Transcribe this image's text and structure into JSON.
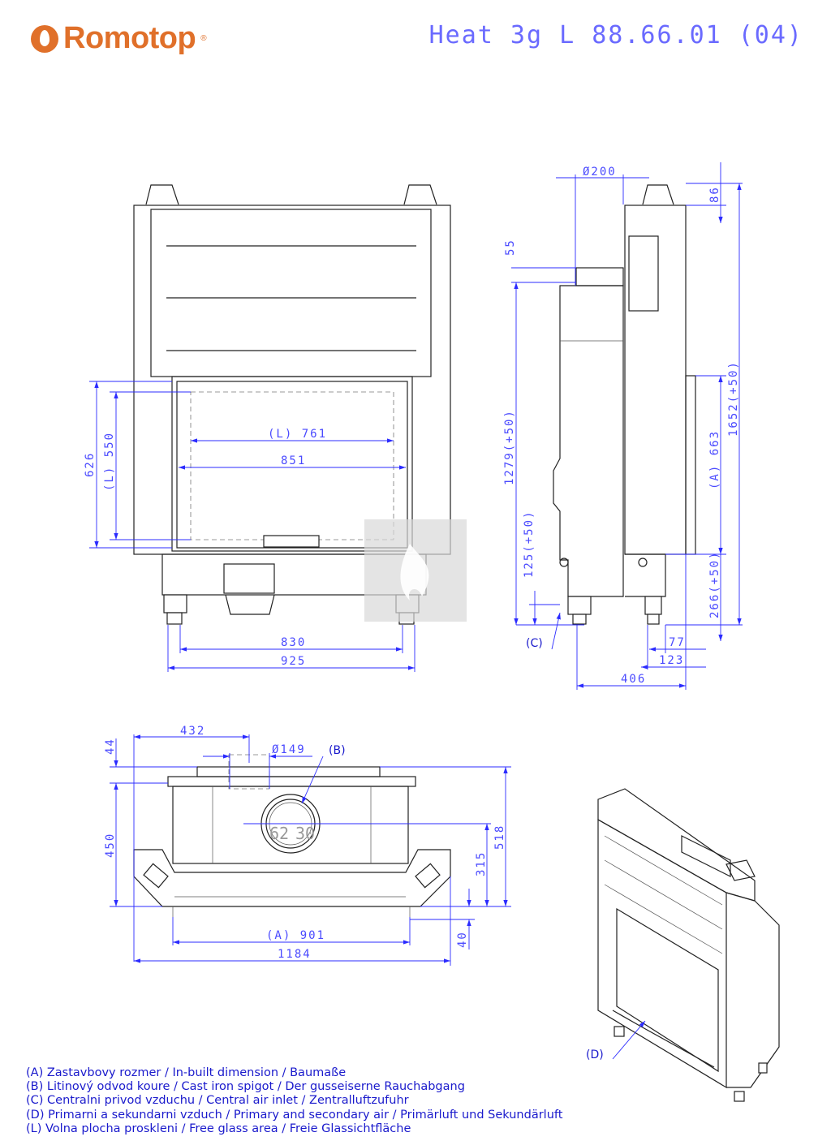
{
  "header": {
    "brand": "Romotop",
    "title": "Heat 3g L 88.66.01 (04)"
  },
  "front_view": {
    "glass_width": "(L) 761",
    "opening_width": "851",
    "opening_height": "626",
    "glass_height": "(L) 550",
    "feet_width": "830",
    "body_width": "925"
  },
  "side_view": {
    "flue_diameter": "Ø200",
    "top_offset": "86",
    "flue_height": "55",
    "flue_axis_height": "1279(+50)",
    "air_inlet_height": "125(+50)",
    "inbuilt_height": "(A) 663",
    "total_height": "1652(+50)",
    "base_height": "266(+50)",
    "foot_depth": "77",
    "base_depth": "123",
    "depth": "406",
    "callout_c": "(C)"
  },
  "top_view": {
    "flue_offset": "432",
    "flue_back": "44",
    "spigot_diameter": "Ø149",
    "callout_b": "(B)",
    "depth": "450",
    "axis_depth": "315",
    "total_depth": "518",
    "front_offset": "40",
    "inbuilt_width": "(A) 901",
    "total_width": "1184",
    "spigot_a": "62",
    "spigot_b": "30"
  },
  "iso_view": {
    "callout_d": "(D)"
  },
  "legend": [
    "(A)  Zastavbovy rozmer / In-built dimension / Baumaße",
    "(B)  Litinový odvod koure / Cast iron spigot / Der gusseiserne Rauchabgang",
    "(C)  Centralni privod vzduchu / Central air inlet / Zentralluftzufuhr",
    "(D)  Primarni a sekundarni vzduch / Primary and secondary air / Primärluft und Sekundärluft",
    "(L)  Volna plocha proskleni / Free glass area / Freie Glassichtfläche"
  ]
}
